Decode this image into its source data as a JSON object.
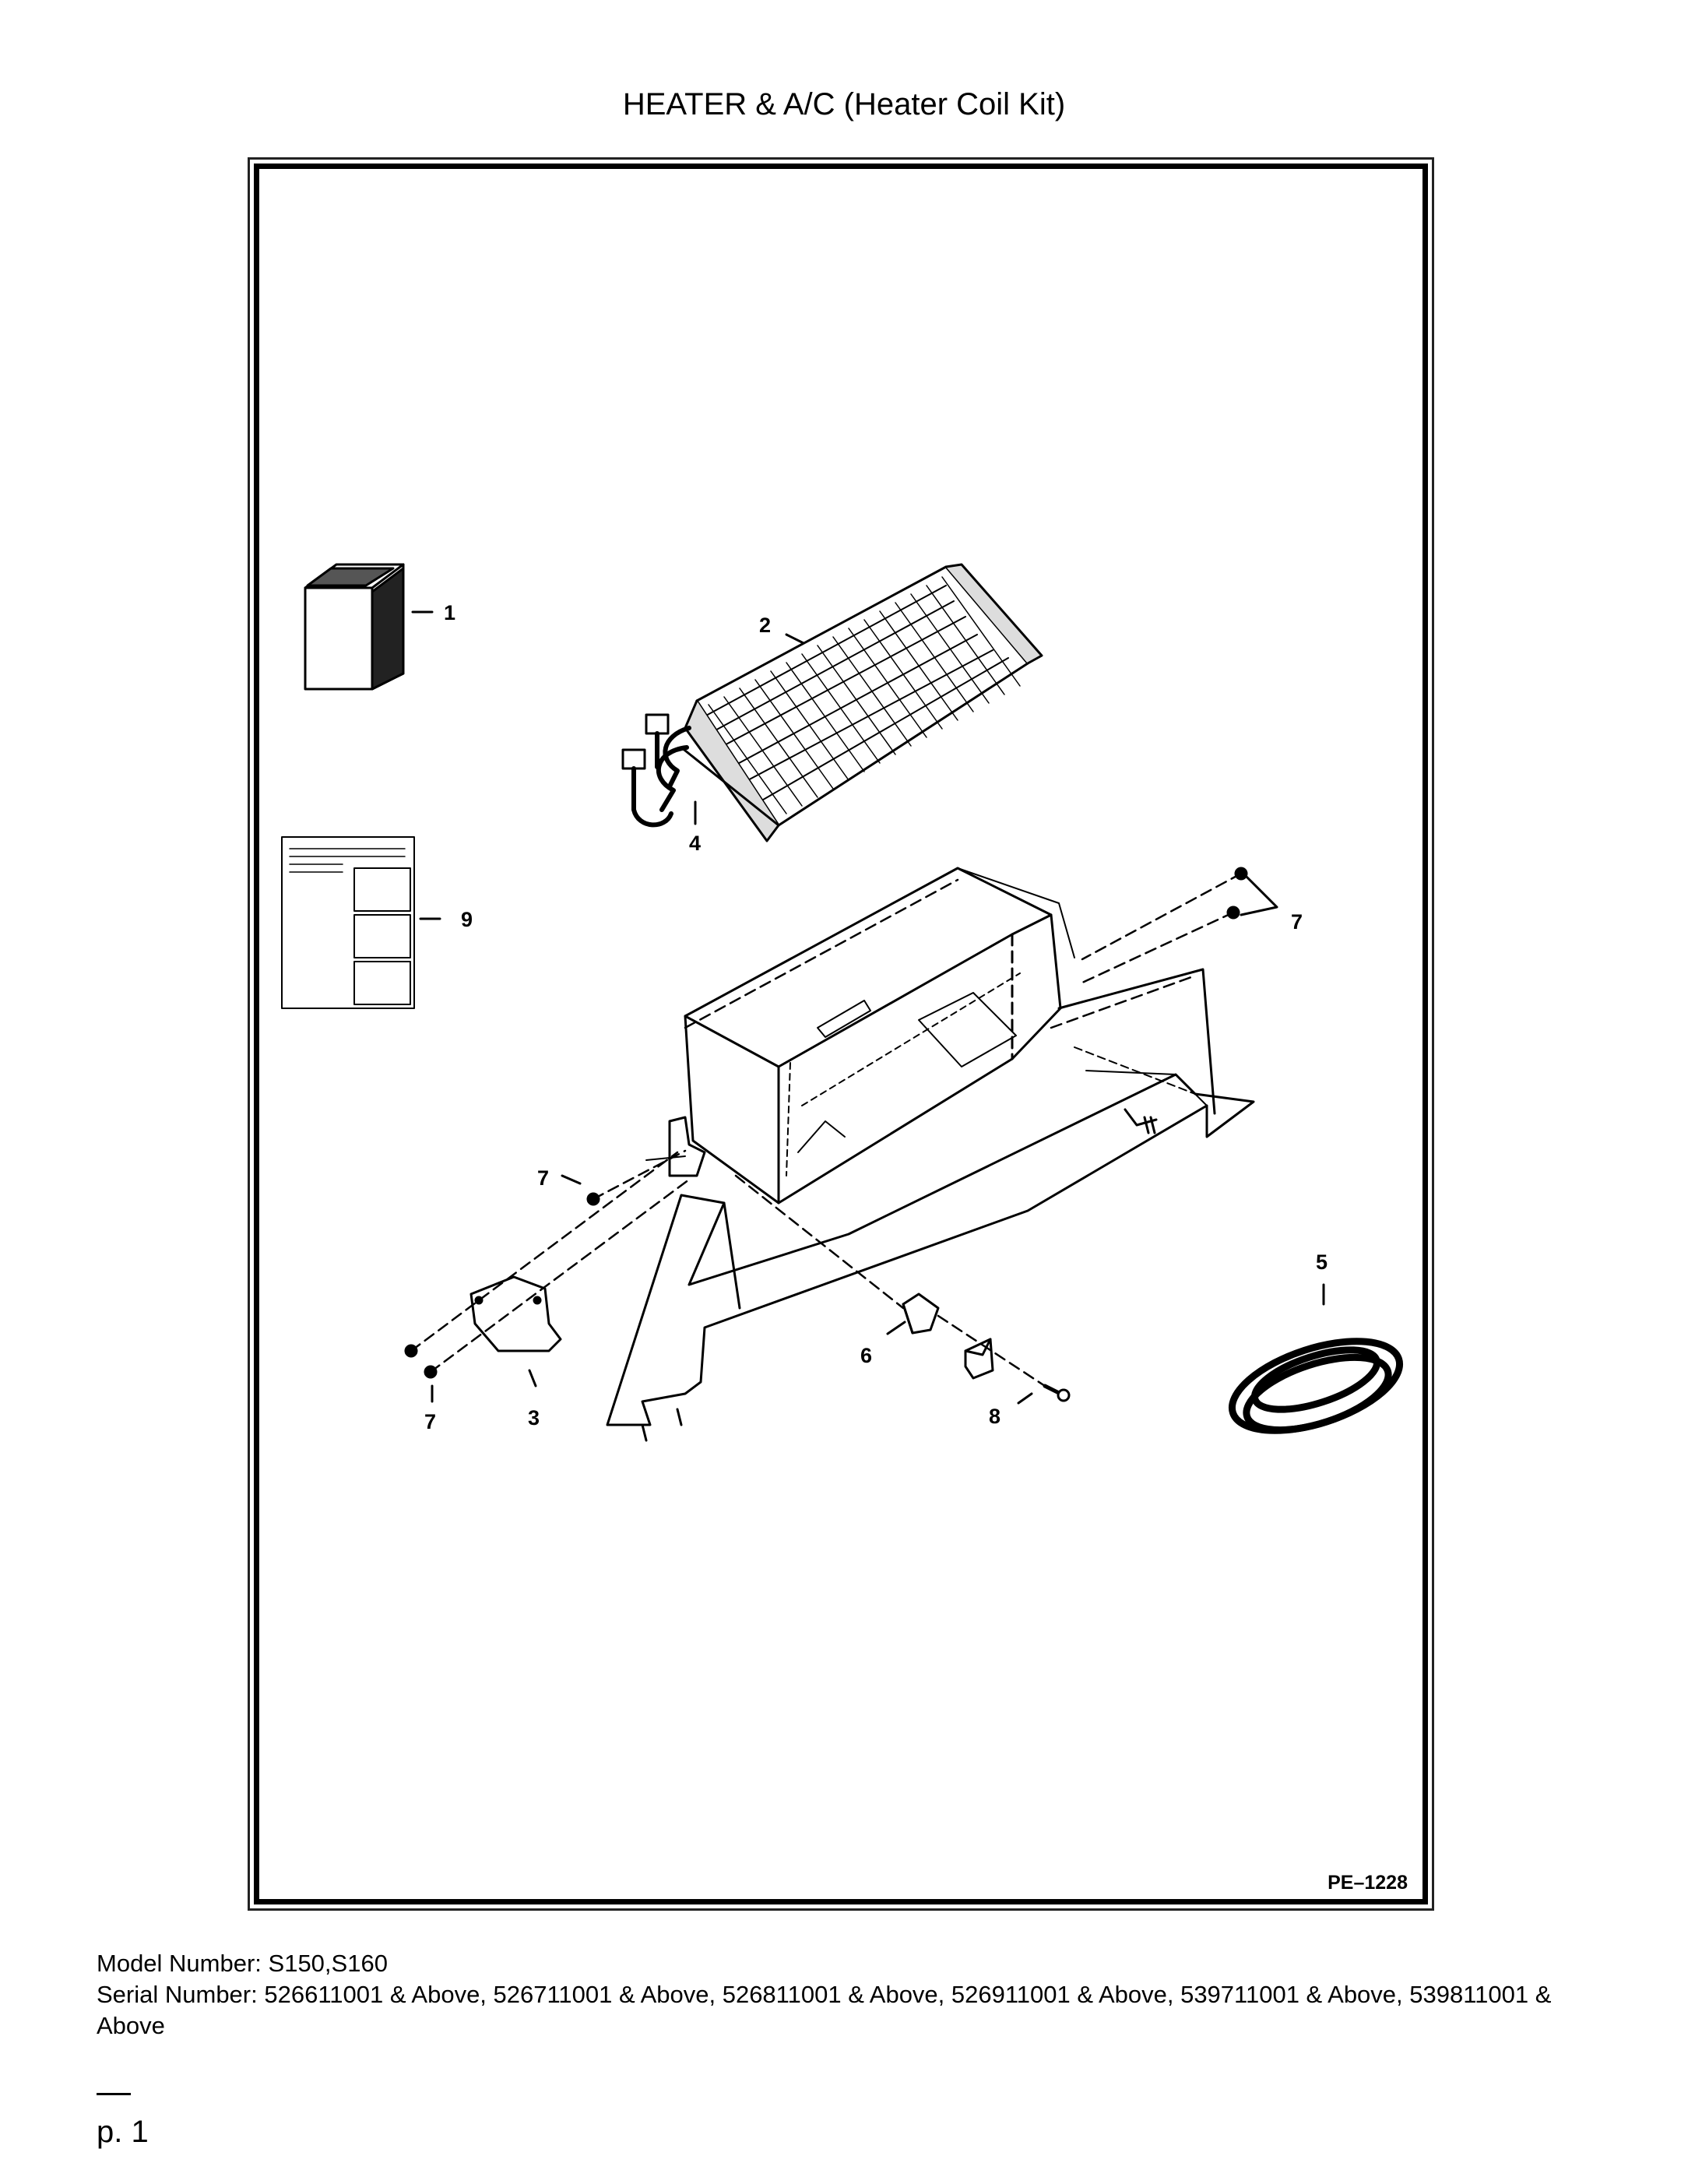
{
  "title": "HEATER & A/C (Heater Coil Kit)",
  "figure_code": "PE–1228",
  "callouts": {
    "c1": "1",
    "c2": "2",
    "c3": "3",
    "c4": "4",
    "c5": "5",
    "c6": "6",
    "c7": "7",
    "c8": "8",
    "c9": "9"
  },
  "footer": {
    "model": "Model Number: S150,S160",
    "serial": "Serial Number: 526611001 & Above, 526711001 & Above, 526811001 & Above, 526911001 & Above, 539711001 & Above, 539811001 & Above"
  },
  "page_label": "p. 1"
}
